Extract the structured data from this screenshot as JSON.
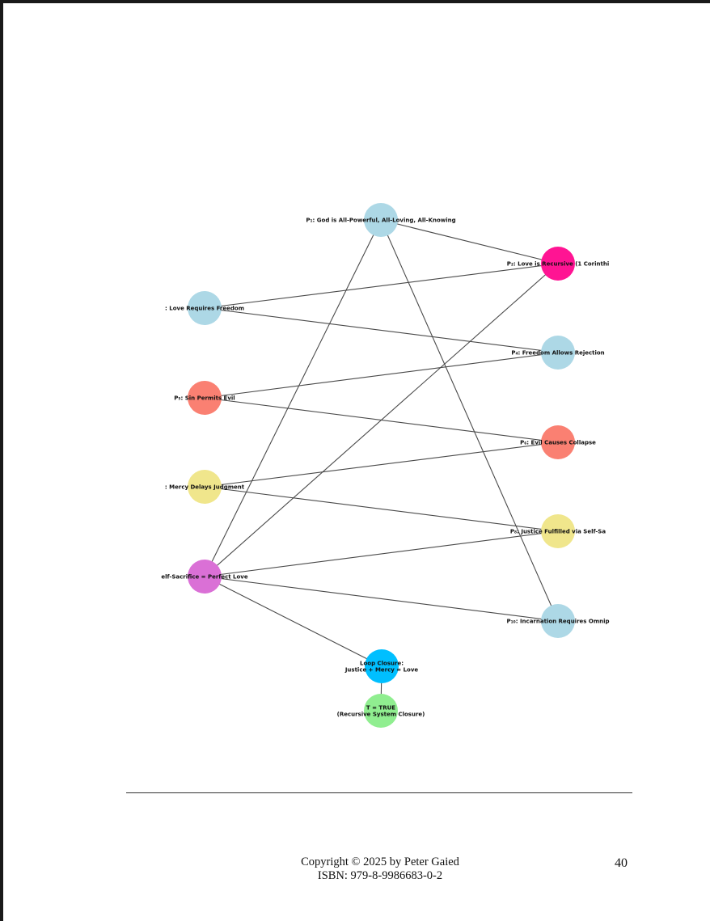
{
  "diagram": {
    "nodes": [
      {
        "id": "p1",
        "label": "P₁: God is All-Powerful, All-Loving, All-Knowing",
        "color": "#add8e6"
      },
      {
        "id": "p2",
        "label": "P₂: Love is Recursive (1 Corinthi",
        "color": "#ff1493"
      },
      {
        "id": "p3",
        "label": ": Love Requires Freedom",
        "color": "#add8e6"
      },
      {
        "id": "p4",
        "label": "P₄: Freedom Allows Rejection",
        "color": "#add8e6"
      },
      {
        "id": "p5",
        "label": "P₅: Sin Permits Evil",
        "color": "#fa8072"
      },
      {
        "id": "p6",
        "label": "P₆: Evil Causes Collapse",
        "color": "#fa8072"
      },
      {
        "id": "p7",
        "label": ": Mercy Delays Judgment",
        "color": "#f0e68c"
      },
      {
        "id": "p8",
        "label": "P₈: Justice Fulfilled via Self-Sa",
        "color": "#f0e68c"
      },
      {
        "id": "p9",
        "label": "elf-Sacrifice = Perfect Love",
        "color": "#da70d6"
      },
      {
        "id": "p10",
        "label": "P₁₀: Incarnation Requires Omnip",
        "color": "#add8e6"
      },
      {
        "id": "loop",
        "label": "Loop Closure:\nJustice + Mercy = Love",
        "color": "#00bfff"
      },
      {
        "id": "true",
        "label": "T = TRUE\n(Recursive System Closure)",
        "color": "#90ee90"
      }
    ],
    "edges": [
      [
        "p1",
        "p2"
      ],
      [
        "p1",
        "p9"
      ],
      [
        "p1",
        "p10"
      ],
      [
        "p2",
        "p3"
      ],
      [
        "p2",
        "p9"
      ],
      [
        "p3",
        "p4"
      ],
      [
        "p4",
        "p5"
      ],
      [
        "p5",
        "p6"
      ],
      [
        "p6",
        "p7"
      ],
      [
        "p7",
        "p8"
      ],
      [
        "p8",
        "p9"
      ],
      [
        "p9",
        "p10"
      ],
      [
        "p9",
        "loop"
      ],
      [
        "loop",
        "true"
      ]
    ]
  },
  "footer": {
    "copyright": "Copyright © 2025 by Peter Gaied",
    "isbn": "ISBN: 979-8-9986683-0-2",
    "page_number": "40"
  }
}
